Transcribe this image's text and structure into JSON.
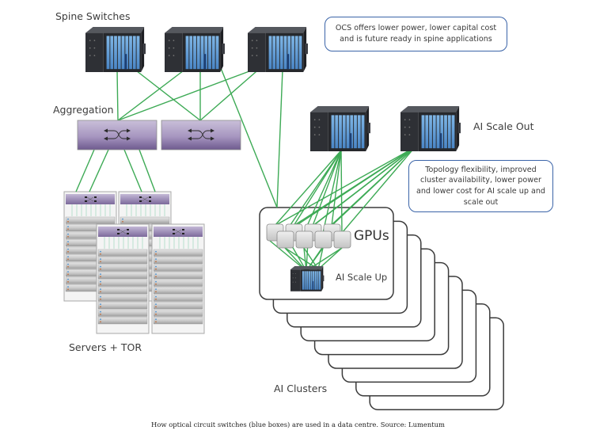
{
  "labels": {
    "spine": "Spine Switches",
    "aggregation": "Aggregation",
    "servers": "Servers + TOR",
    "scale_out": "AI Scale Out",
    "gpus": "GPUs",
    "scale_up": "AI Scale Up",
    "clusters": "AI Clusters"
  },
  "callouts": {
    "spine_note": "OCS offers lower power, lower capital cost and is future ready in spine applications",
    "ai_note": "Topology flexibility, improved cluster availability, lower power and lower cost for AI scale up and scale out"
  },
  "caption": "How optical circuit switches (blue boxes) are used in a data centre. Source: Lumentum",
  "diagram": {
    "spine_switch_count": 3,
    "aggregation_switch_count": 2,
    "server_rack_count": 4,
    "scale_out_switch_count": 2,
    "gpus_per_cluster": 8,
    "ai_cluster_count": 9,
    "node_types": {
      "ocs": "optical-circuit-switch",
      "aggregation": "packet-switch",
      "rack": "server-rack-with-tor"
    }
  },
  "colors": {
    "link": "#3daa55",
    "ocs_body": "#2b2d31",
    "ocs_ports": "#5d9bd8",
    "aggregation": "#8b7aa8",
    "callout_border": "#3b64a8",
    "card_border": "#3a3a3a"
  }
}
